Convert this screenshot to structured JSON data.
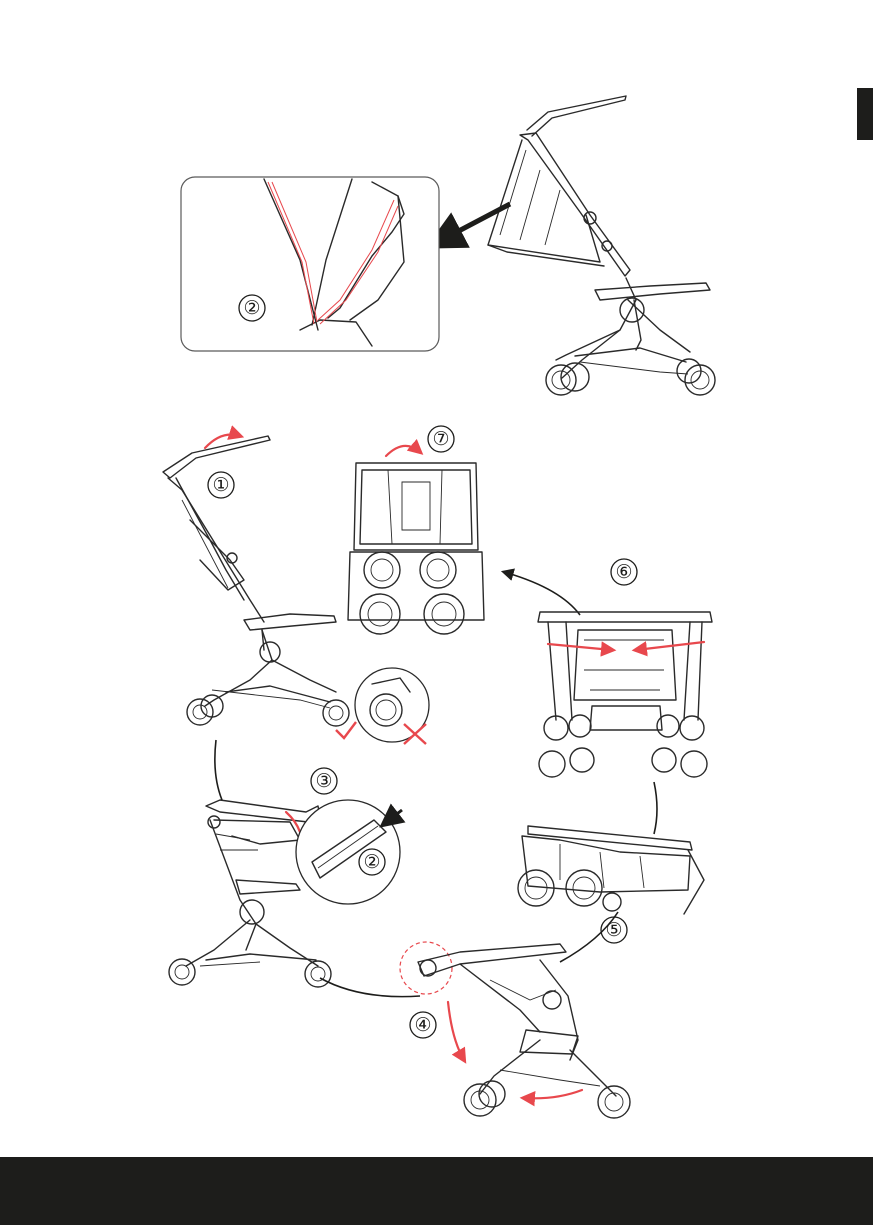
{
  "steps": [
    {
      "id": "1",
      "label": "①"
    },
    {
      "id": "2",
      "label": "②"
    },
    {
      "id": "3",
      "label": "③"
    },
    {
      "id": "4",
      "label": "④"
    },
    {
      "id": "5",
      "label": "⑤"
    },
    {
      "id": "6",
      "label": "⑥"
    },
    {
      "id": "7",
      "label": "⑦"
    }
  ],
  "detail_labels": {
    "inset_top": "②",
    "inset_step3": "②"
  },
  "marks": {
    "correct": "check-mark-icon",
    "incorrect": "cross-mark-icon"
  },
  "colors": {
    "line": "#2a2a2a",
    "accent_red": "#e8484d",
    "bar": "#1d1d1b"
  }
}
